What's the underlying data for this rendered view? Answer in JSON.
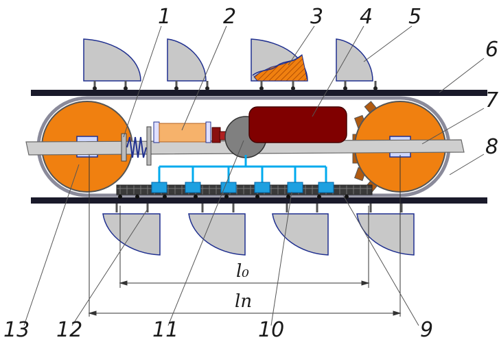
{
  "labels": {
    "n1": "1",
    "n2": "2",
    "n3": "3",
    "n4": "4",
    "n5": "5",
    "n6": "6",
    "n7": "7",
    "n8": "8",
    "n9": "9",
    "n10": "10",
    "n11": "11",
    "n12": "12",
    "n13": "13"
  },
  "dimensions": {
    "l0": "l₀",
    "ln": "lп"
  },
  "colors": {
    "wheel": "#f08010",
    "motor": "#800000",
    "tank": "#f6b26b",
    "valve": "#00aaee",
    "pipe": "#00aaee",
    "frame": "#cfcfcf",
    "rail": "#1a1a2a",
    "gripper": "#c8c8c8",
    "outline": "#1f2f8f"
  }
}
